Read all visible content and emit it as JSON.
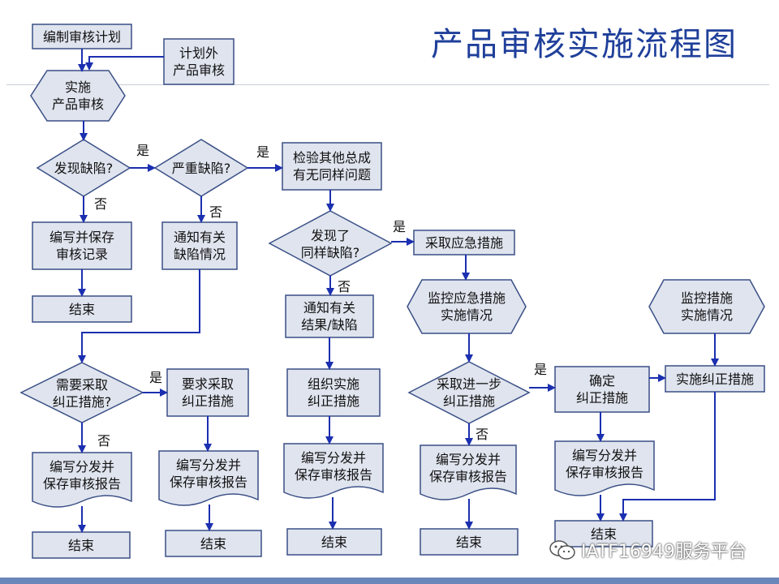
{
  "title": "产品审核实施流程图",
  "nodes": {
    "plan": "编制审核计划",
    "extra": "计划外\n产品审核",
    "implement": "实施\n产品审核",
    "found_defect": "发现缺陷?",
    "severe": "严重缺陷?",
    "check_other": "检验其他总成\n有无同样问题",
    "write_save": "编写并保存\n审核记录",
    "end1": "结束",
    "notify1": "通知有关\n缺陷情况",
    "found_same": "发现了\n同样缺陷?",
    "emergency": "采取应急措施",
    "monitor_emergency": "监控应急措施\n实施情况",
    "monitor_measure": "监控措施\n实施情况",
    "notify2": "通知有关\n结果/缺陷",
    "need_corrective": "需要采取\n纠正措施?",
    "require_corrective": "要求采取\n纠正措施",
    "organize_corrective": "组织实施\n纠正措施",
    "further": "采取进一步\n纠正措施",
    "confirm_corrective": "确定\n纠正措施",
    "implement_corrective": "实施纠正措施",
    "report1": "编写分发并\n保存审核报告",
    "report2": "编写分发并\n保存审核报告",
    "report3": "编写分发并\n保存审核报告",
    "report4": "编写分发并\n保存审核报告",
    "report5": "编写分发并\n保存审核报告",
    "end2": "结束",
    "end3": "结束",
    "end4": "结束",
    "end5": "结束",
    "end6": "结束"
  },
  "labels": {
    "yes": "是",
    "no": "否"
  },
  "watermark": "IATF16949服务平台",
  "colors": {
    "title": "#1f3f9a",
    "fill": "#dfe4ee",
    "stroke": "#3a4f86",
    "arrow": "#1b2fb0"
  }
}
